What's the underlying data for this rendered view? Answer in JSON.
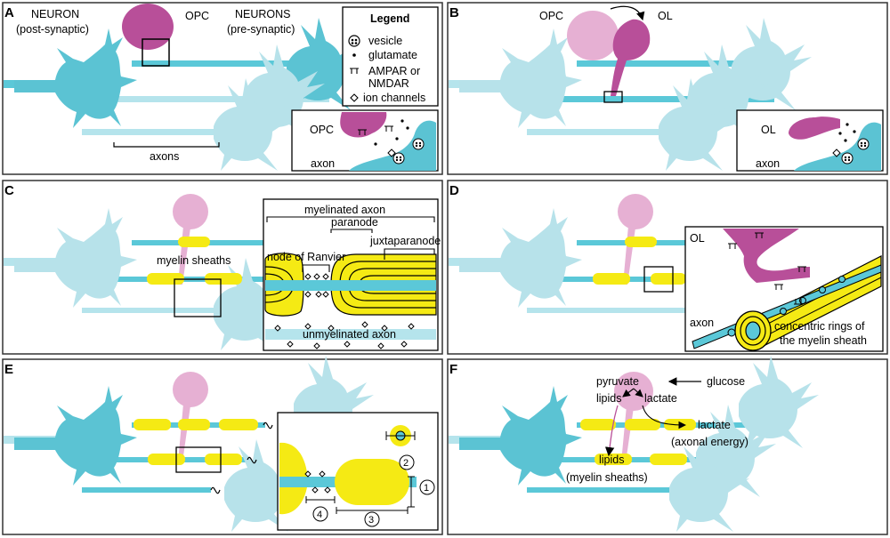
{
  "colors": {
    "axon": "#5bc8d8",
    "axon_light": "#b5e4ec",
    "neuron": "#5bc3d3",
    "neuron_light": "#b7e2ea",
    "opc": "#b84f99",
    "opc_light": "#e6b0d3",
    "myelin": "#f5ea14"
  },
  "panels": {
    "A": {
      "letter": "A",
      "neuron_post_line1": "NEURON",
      "neuron_post_line2": "(post-synaptic)",
      "opc": "OPC",
      "neurons_pre_line1": "NEURONS",
      "neurons_pre_line2": "(pre-synaptic)",
      "axons": "axons",
      "legend": {
        "title": "Legend",
        "vesicle": "vesicle",
        "glutamate": "glutamate",
        "ampar_line1": "AMPAR or",
        "ampar_line2": "NMDAR",
        "ion_channels": "ion channels"
      },
      "inset_opc": "OPC",
      "inset_axon": "axon"
    },
    "B": {
      "letter": "B",
      "opc": "OPC",
      "ol": "OL",
      "inset_ol": "OL",
      "inset_axon": "axon"
    },
    "C": {
      "letter": "C",
      "myelin_sheaths": "myelin sheaths",
      "myelinated_axon": "myelinated axon",
      "paranode": "paranode",
      "juxtaparanode": "juxtaparanode",
      "node_of_ranvier": "node of Ranvier",
      "unmyelinated_axon": "unmyelinated axon"
    },
    "D": {
      "letter": "D",
      "ol": "OL",
      "axon": "axon",
      "rings_line1": "concentric rings of",
      "rings_line2": "the myelin sheath"
    },
    "E": {
      "letter": "E",
      "num1": "1",
      "num2": "2",
      "num3": "3",
      "num4": "4"
    },
    "F": {
      "letter": "F",
      "pyruvate": "pyruvate",
      "glucose": "glucose",
      "lipids": "lipids",
      "lactate": "lactate",
      "lactate_out": "lactate",
      "axonal_energy": "(axonal energy)",
      "lipids_sheath": "lipids",
      "myelin_sheaths": "(myelin sheaths)"
    }
  }
}
